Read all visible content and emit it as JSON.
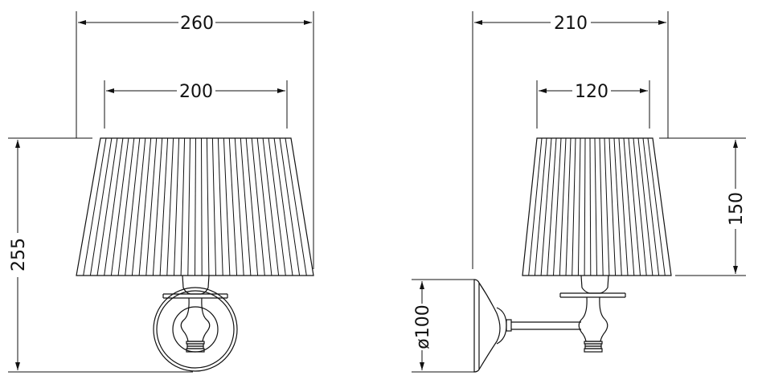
{
  "front_view": {
    "dims": {
      "shade_bottom_width": "260",
      "shade_top_width": "200",
      "total_height": "255"
    }
  },
  "side_view": {
    "dims": {
      "projection": "210",
      "shade_top_width": "120",
      "shade_height": "150",
      "backplate_diameter": "ø100"
    }
  },
  "colors": {
    "line": "#111111",
    "background": "#ffffff"
  }
}
